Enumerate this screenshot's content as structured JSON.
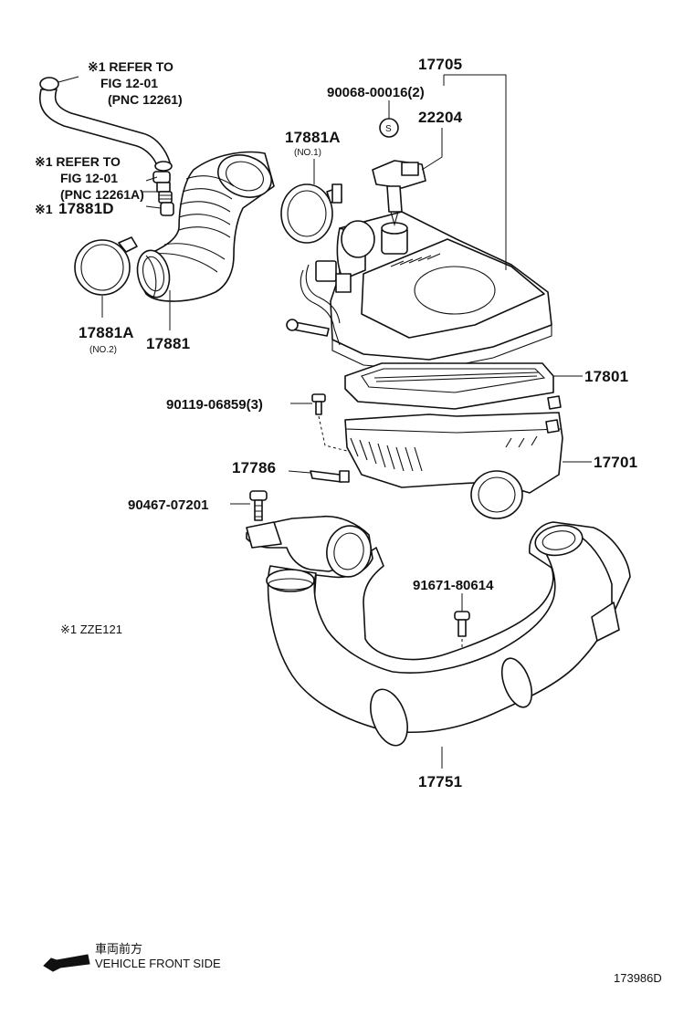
{
  "diagram": {
    "parts": {
      "p17705": "17705",
      "p90068": "90068-00016(2)",
      "p22204": "22204",
      "p17881A_top": "17881A",
      "no1": "(NO.1)",
      "p17881A_bottom": "17881A",
      "no2": "(NO.2)",
      "p17881": "17881",
      "p17881D": "17881D",
      "p17801": "17801",
      "p90119": "90119-06859(3)",
      "p17701": "17701",
      "p17786": "17786",
      "p90467": "90467-07201",
      "p91671": "91671-80614",
      "p17751": "17751",
      "s_mark": "S"
    },
    "notes": {
      "ref1_l1": "※1 REFER TO",
      "ref1_l2": "FIG 12-01",
      "ref1_l3": "(PNC 12261)",
      "ref2_l1": "※1 REFER TO",
      "ref2_l2": "FIG 12-01",
      "ref2_l3": "(PNC 12261A)",
      "p17881D_mark": "※1",
      "applicability": "※1 ZZE121"
    },
    "legend": {
      "jp": "車両前方",
      "en": "VEHICLE FRONT SIDE"
    },
    "figure_id": "173986D"
  }
}
